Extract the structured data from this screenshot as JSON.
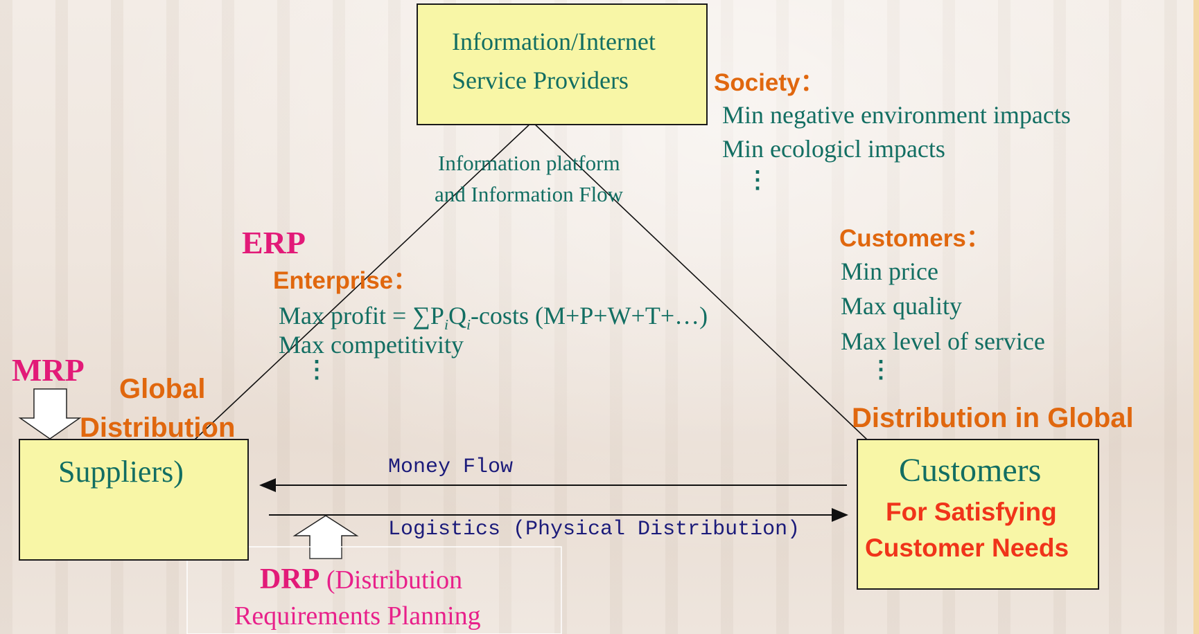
{
  "top_box": {
    "line1": "Information/Internet",
    "line2": "Service Providers"
  },
  "society": {
    "heading": "Society：",
    "items": [
      "Min negative environment impacts",
      "Min ecologicl impacts"
    ],
    "ellipsis": "⋮"
  },
  "info_flow": {
    "line1": "Information platform",
    "line2": "and Information Flow"
  },
  "erp_label": "ERP",
  "enterprise": {
    "heading": "Enterprise：",
    "profit_prefix": "Max profit = ∑P",
    "profit_i1": "i",
    "profit_q": "Q",
    "profit_i2": "i",
    "profit_suffix": "-costs (M+P+W+T+…)",
    "competitivity": "Max competitivity",
    "ellipsis": "⋮"
  },
  "customers_goals": {
    "heading": "Customers：",
    "items": [
      "Min price",
      "Max quality",
      "Max level of service"
    ],
    "ellipsis": "⋮"
  },
  "mrp_label": "MRP",
  "global_distribution": {
    "line1": "Global",
    "line2": "Distribution"
  },
  "distribution_in_global": "Distribution in Global",
  "suppliers_box": {
    "label": "Suppliers)"
  },
  "customers_box": {
    "label": "Customers",
    "sub1": "For Satisfying",
    "sub2": "Customer Needs"
  },
  "money_flow": "Money Flow",
  "logistics_flow": "Logistics (Physical Distribution)",
  "drp": {
    "bold": "DRP",
    "rest": " (Distribution",
    "line2": "Requirements Planning"
  },
  "colors": {
    "box_fill": "#f8f6a6",
    "teal_text": "#126e62",
    "orange_text": "#e0670e",
    "red_text": "#f0341a",
    "magenta_text": "#e21a78"
  }
}
